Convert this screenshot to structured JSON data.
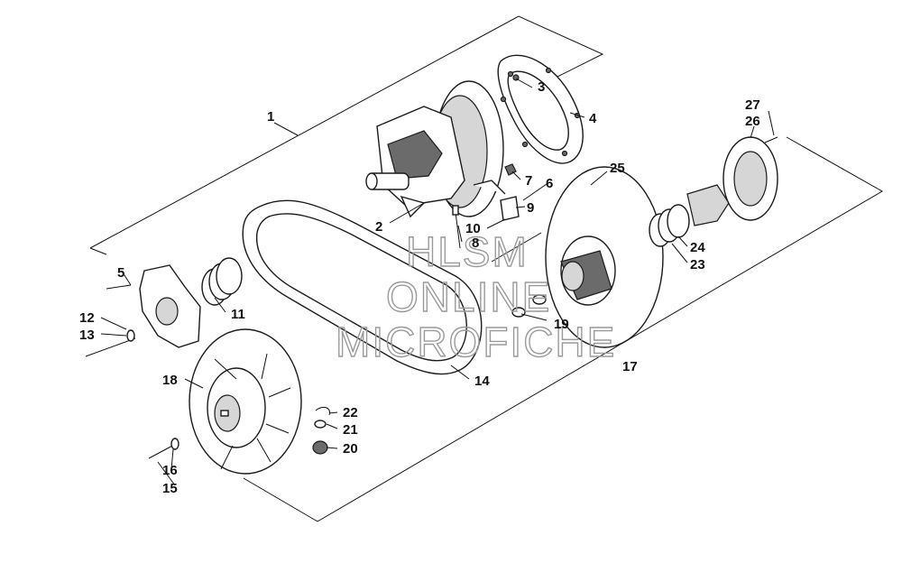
{
  "watermark": {
    "line1": "HLSM",
    "line2": "ONLINE",
    "line3": "MICROFICHE",
    "color": "#9a9a9a"
  },
  "callouts": {
    "c1": "1",
    "c2": "2",
    "c3": "3",
    "c4": "4",
    "c5": "5",
    "c6": "6",
    "c7": "7",
    "c8": "8",
    "c9": "9",
    "c10": "10",
    "c11": "11",
    "c12": "12",
    "c13": "13",
    "c14": "14",
    "c15": "15",
    "c16": "16",
    "c17": "17",
    "c18": "18",
    "c19": "19",
    "c20": "20",
    "c21": "21",
    "c22": "22",
    "c23": "23",
    "c24": "24",
    "c25": "25",
    "c26": "26",
    "c27": "27"
  }
}
